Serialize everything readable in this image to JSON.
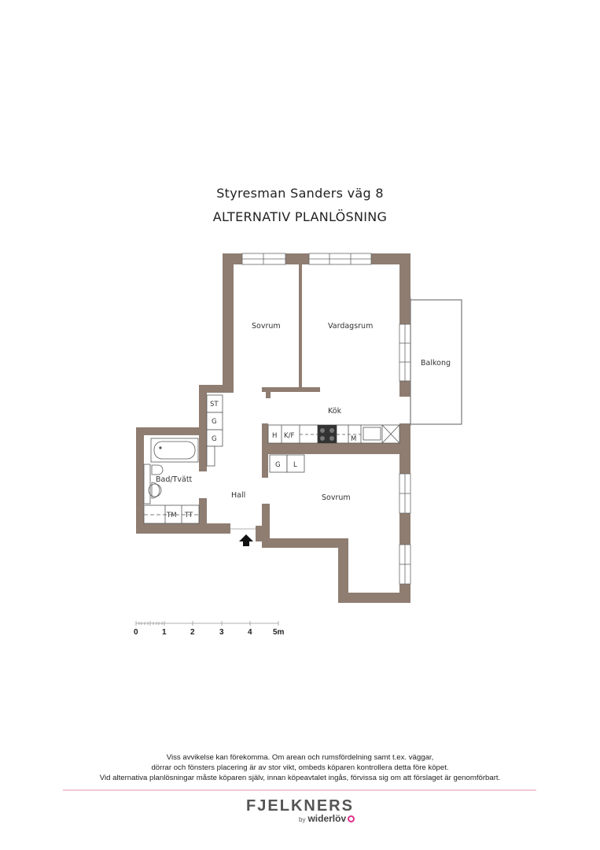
{
  "header": {
    "address": "Styresman Sanders väg 8",
    "subtitle": "ALTERNATIV PLANLÖSNING"
  },
  "rooms": {
    "sovrum_top": "Sovrum",
    "vardagsrum": "Vardagsrum",
    "balkong": "Balkong",
    "kok": "Kök",
    "bad_tvatt": "Bad/Tvätt",
    "hall": "Hall",
    "sovrum_bottom": "Sovrum"
  },
  "fixtures": {
    "hall_closets": [
      "ST",
      "G",
      "G"
    ],
    "kitchen": [
      "H",
      "K/F",
      "M"
    ],
    "sovrum_closets": [
      "G",
      "L"
    ],
    "laundry": [
      "TM",
      "TT"
    ]
  },
  "scale_bar": {
    "ticks": [
      "0",
      "1",
      "2",
      "3",
      "4",
      "5m"
    ]
  },
  "colors": {
    "wall": "#8f7d72",
    "line": "#555555",
    "stove": "#333333",
    "rule": "#f2c8d6",
    "brand_accent": "#e0308c"
  },
  "footer": {
    "disclaimer": [
      "Viss avvikelse kan förekomma. Om arean och rumsfördelning samt t.ex. väggar,",
      "dörrar och fönsters placering är av stor vikt, ombeds köparen kontrollera detta före köpet.",
      "Vid alternativa planlösningar måste köparen själv, innan köpeavtalet ingås, förvissa sig om att förslaget är genomförbart."
    ],
    "brand": "FJELKNERS",
    "by": "by",
    "partner": "widerlöv"
  }
}
